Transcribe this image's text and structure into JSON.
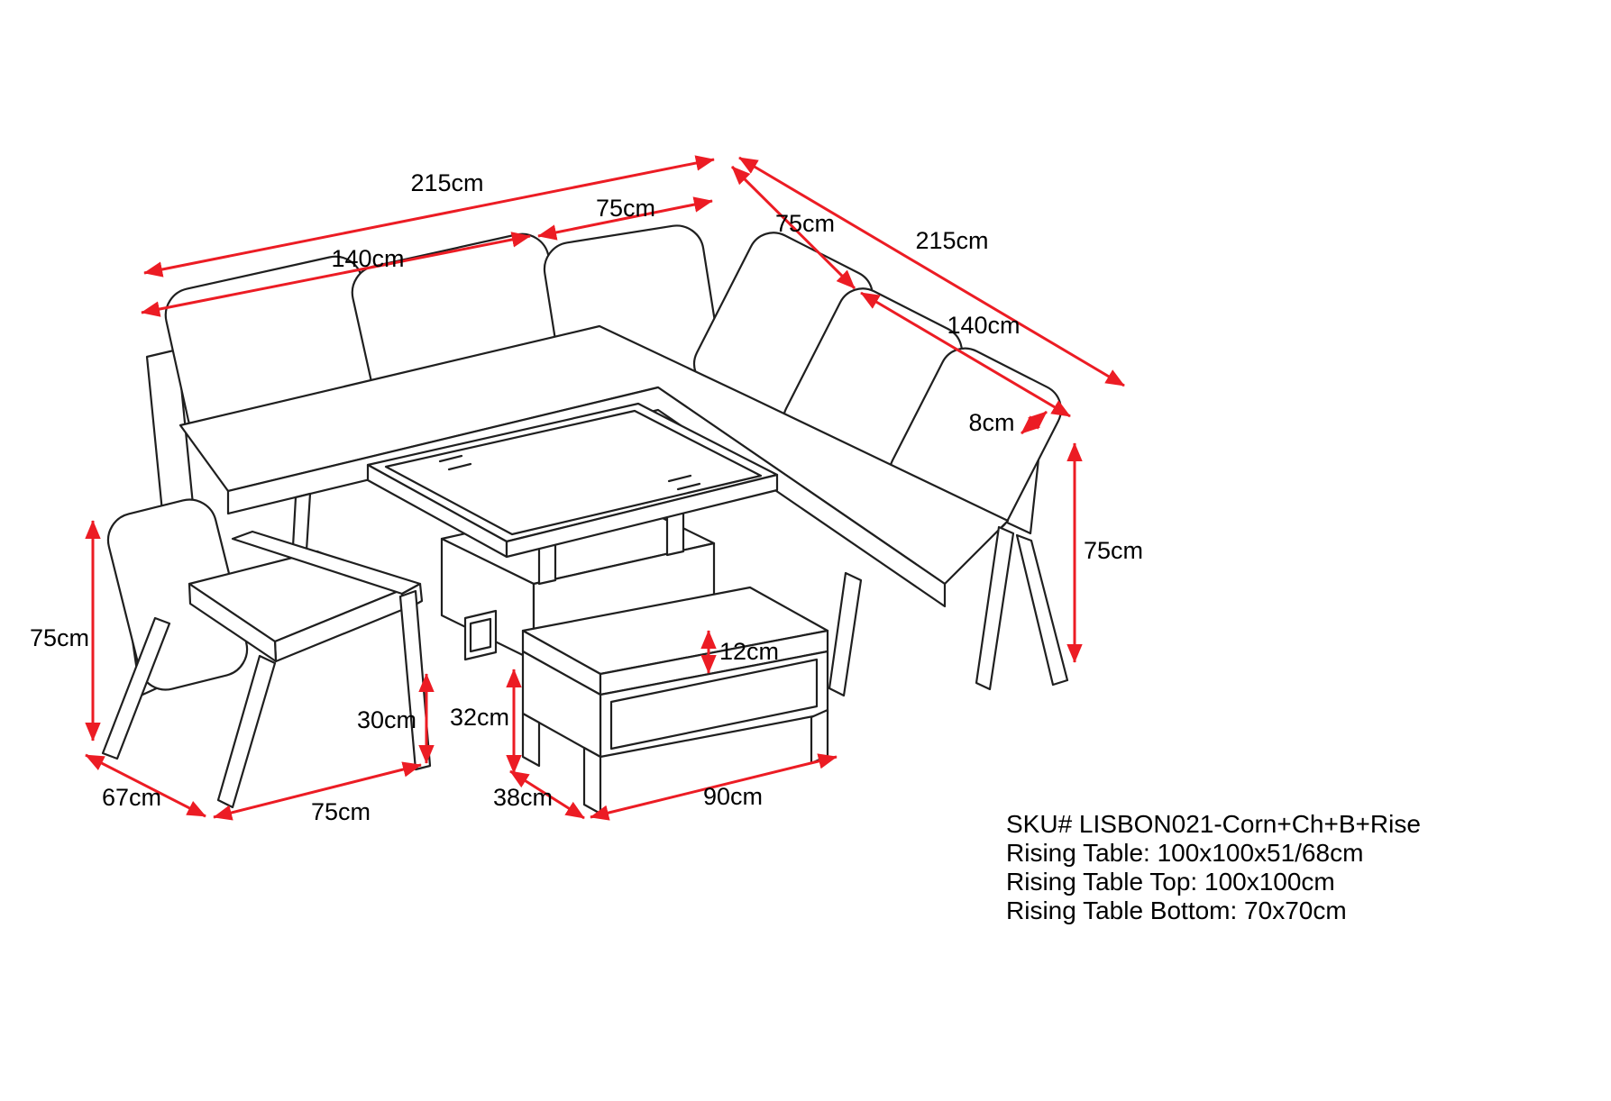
{
  "colors": {
    "dimension_arrow": "#ec1c24",
    "drawing_line": "#1f1f1f",
    "label_text": "#000000",
    "background": "#ffffff"
  },
  "dimensions": {
    "sofa_left_total_length": "215cm",
    "sofa_left_seat_length": "140cm",
    "sofa_corner_seat_width": "75cm",
    "sofa_right_front_width": "75cm",
    "sofa_right_total_length": "215cm",
    "sofa_right_seat_length": "140cm",
    "cushion_thickness": "8cm",
    "sofa_back_height": "75cm",
    "chair_back_height": "75cm",
    "sofa_clearance_height": "30cm",
    "table_base_height": "32cm",
    "bench_top_thickness": "12cm",
    "chair_side_depth": "67cm",
    "chair_front_width": "75cm",
    "bench_depth": "38cm",
    "bench_length": "90cm"
  },
  "product_info": {
    "sku": "SKU# LISBON021-Corn+Ch+B+Rise",
    "rising_table": "Rising Table: 100x100x51/68cm",
    "rising_table_top": "Rising Table Top: 100x100cm",
    "rising_table_bottom": "Rising Table Bottom: 70x70cm"
  }
}
